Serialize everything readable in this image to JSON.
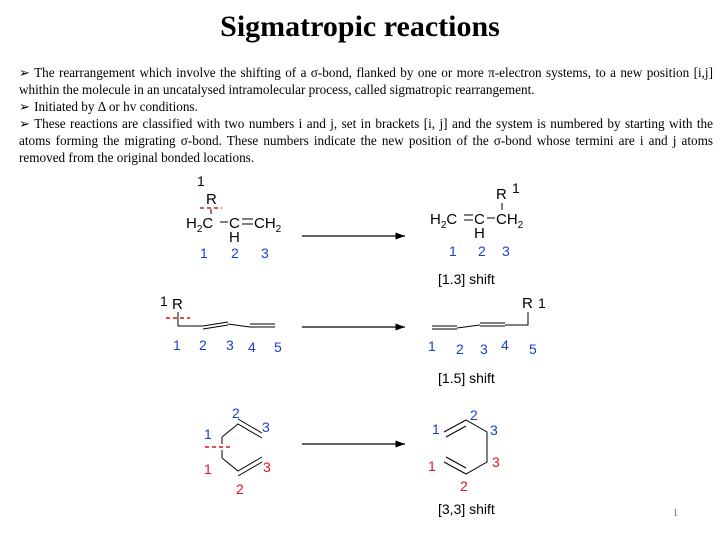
{
  "slide": {
    "title": "Sigmatropic reactions",
    "bullet_symbol": "➢",
    "bullets": [
      "The rearrangement which involve the shifting of a σ-bond, flanked by one or more π-electron systems, to a new position [i,j] whithin the molecule in an uncatalysed intramolecular process, called sigmatropic rearrangement.",
      "Initiated by Δ or hv conditions.",
      "These reactions are classified with two numbers i and j, set in brackets [i, j] and the system is numbered by starting with the atoms forming the migrating σ-bond. These numbers indicate the new position of the σ-bond whose termini are i and j atoms removed from the original bonded locations."
    ],
    "page_number": "1"
  },
  "reactions": {
    "r13": {
      "caption": "[1.3] shift",
      "left": {
        "top_num": "1",
        "R": "R",
        "H2C": "H",
        "sub2a": "2",
        "C1": "C",
        "C2": "C",
        "CH2": "CH",
        "sub2b": "2",
        "H": "H",
        "nums": [
          "1",
          "2",
          "3"
        ]
      },
      "right": {
        "R": "R",
        "top_num": "1",
        "H2C": "H",
        "sub2a": "2",
        "C1": "C",
        "C2": "C",
        "CH2": "CH",
        "sub2b": "2",
        "H": "H",
        "nums": [
          "1",
          "2",
          "3"
        ]
      }
    },
    "r15": {
      "caption": "[1.5] shift",
      "left": {
        "top_num": "1",
        "R": "R",
        "nums": [
          "1",
          "2",
          "3",
          "4",
          "5"
        ]
      },
      "right": {
        "R": "R",
        "top_num": "1",
        "nums": [
          "1",
          "2",
          "3",
          "4",
          "5"
        ]
      }
    },
    "r33": {
      "caption": "[3,3] shift",
      "left": {
        "blue": [
          "1",
          "2",
          "3"
        ],
        "red": [
          "1",
          "2",
          "3"
        ]
      },
      "right": {
        "blue": [
          "1",
          "2",
          "3"
        ],
        "red": [
          "1",
          "2",
          "3"
        ]
      }
    }
  },
  "colors": {
    "blue_numbers": "#1a3fd0",
    "red_numbers": "#e0151a",
    "text": "#000000"
  }
}
